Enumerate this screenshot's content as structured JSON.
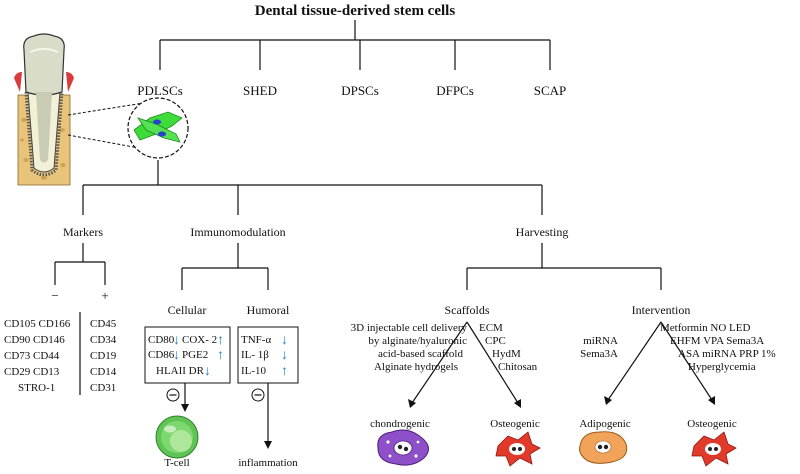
{
  "title": "Dental tissue-derived stem cells",
  "cell_types": [
    "PDLSCs",
    "SHED",
    "DPSCs",
    "DFPCs",
    "SCAP"
  ],
  "branches": {
    "markers": "Markers",
    "immunomodulation": "Immunomodulation",
    "harvesting": "Harvesting"
  },
  "markers": {
    "neg_symbol": "−",
    "pos_symbol": "+",
    "negative_rows": [
      "CD105 CD166",
      "CD90 CD146",
      "CD73  CD44",
      "CD29  CD13",
      "STRO-1"
    ],
    "positive_rows": [
      "CD45",
      "CD34",
      "CD19",
      "CD14",
      "CD31"
    ]
  },
  "immuno": {
    "cellular_label": "Cellular",
    "humoral_label": "Humoral",
    "cellular_rows": [
      {
        "left": "CD80",
        "left_arrow": "↓",
        "right": "COX- 2",
        "right_arrow": "↑"
      },
      {
        "left": "CD86",
        "left_arrow": "↓",
        "right": "PGE2",
        "right_arrow": "↑"
      },
      {
        "left": "HLAII DR",
        "left_arrow": "↓",
        "right": "",
        "right_arrow": ""
      }
    ],
    "humoral_rows": [
      {
        "label": "TNF-α",
        "arrow": "↓"
      },
      {
        "label": "IL- 1β",
        "arrow": "↓"
      },
      {
        "label": "IL-10",
        "arrow": "↑"
      }
    ],
    "inhibit_symbol": "⊖",
    "cellular_target": "T-cell",
    "humoral_target": "inflammation"
  },
  "harvesting": {
    "scaffolds_label": "Scaffolds",
    "intervention_label": "Intervention",
    "scaffold_left_lines": [
      "3D injectable cell delivery",
      "by alginate/hyaluronic",
      "acid-based scaffold",
      "Alginate hydrogels"
    ],
    "scaffold_right_lines": [
      "ECM",
      "CPC",
      "HydM",
      "Chitosan"
    ],
    "intervention_left_lines": [
      "miRNA",
      "Sema3A"
    ],
    "intervention_right_lines": [
      "Metformin  NO    LED",
      "EHFM   VPA   Sema3A",
      "ASA  miRNA  PRP 1%",
      "Hyperglycemia"
    ],
    "outcomes": [
      "chondrogenic",
      "Osteogenic",
      "Adipogenic",
      "Osteogenic"
    ]
  },
  "colors": {
    "arrow_blue": "#2a7fd4",
    "pdlsc_green": "#3ddc3a",
    "nucleus_blue": "#2a3fd0",
    "tcell_green": "#5fc455",
    "chondro_purple": "#8f4fc8",
    "osteo_red": "#e23a2a",
    "adipo_orange": "#f2a35a",
    "bone_tan": "#e8c37a"
  }
}
